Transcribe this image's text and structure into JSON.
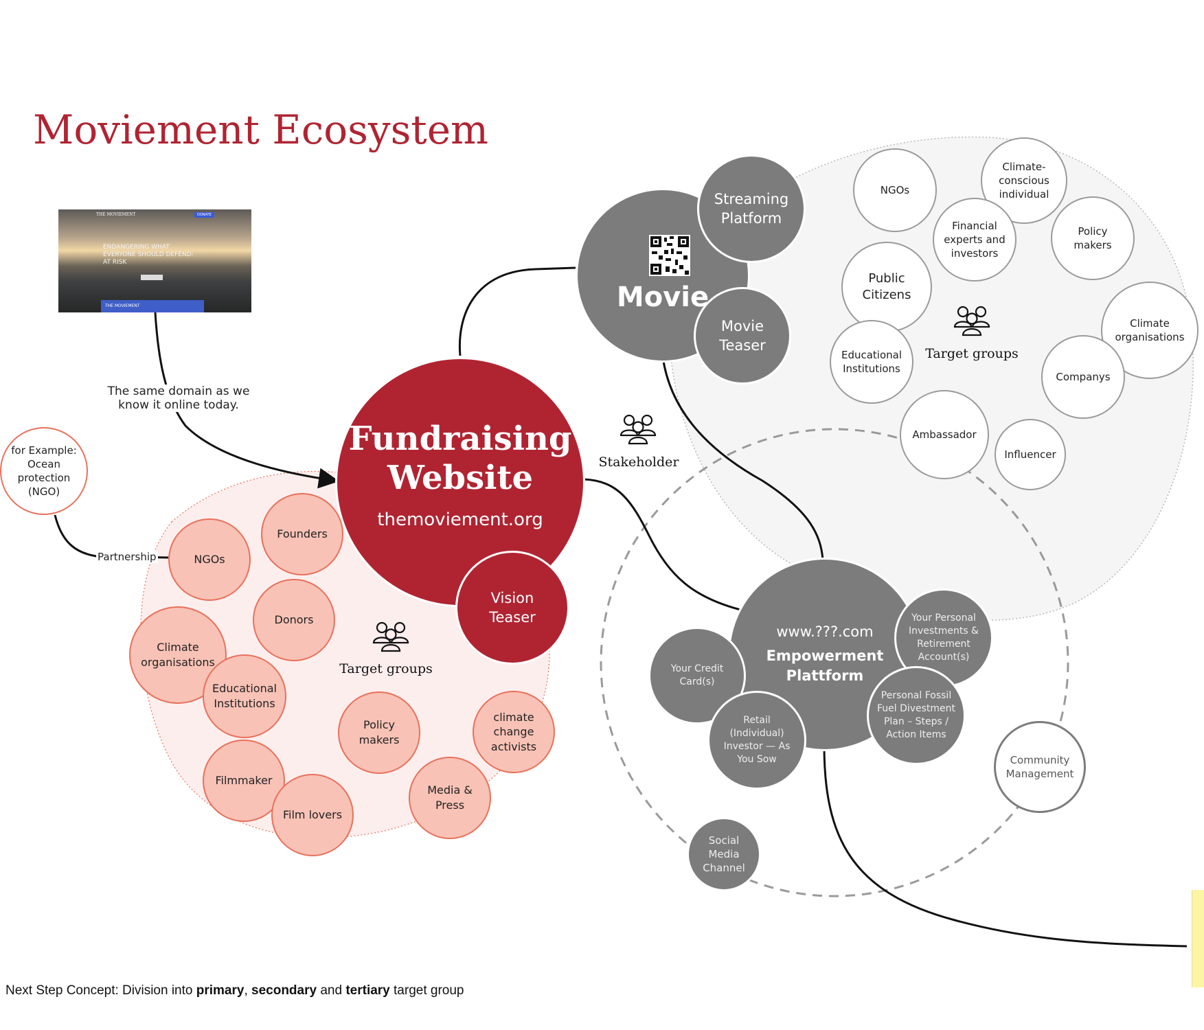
{
  "title": "Moviement Ecosystem",
  "screenshot": {
    "brand": "THE MOVIEMENT",
    "headline": "ENDANGERING WHAT EVERYONE SHOULD DEFEND: AT RISK",
    "button": "DONATE",
    "banner": "THE MOVIEMENT"
  },
  "annotation_domain": "The same domain as we\nknow it online today.",
  "ngo_example": "for Example:\nOcean\nprotection\n(NGO)",
  "partnership": "Partnership",
  "fundraising": {
    "title_line1": "Fundraising",
    "title_line2": "Website",
    "url": "themoviement.org",
    "vision_teaser": "Vision\nTeaser",
    "target_groups": "Target groups",
    "groups": {
      "ngos": "NGOs",
      "founders": "Founders",
      "donors": "Donors",
      "climate_orgs": "Climate\norganisations",
      "edu": "Educational\nInstitutions",
      "policy": "Policy\nmakers",
      "activists": "climate\nchange\nactivists",
      "filmmaker": "Filmmaker",
      "film_lovers": "Film lovers",
      "media": "Media &\nPress"
    }
  },
  "movie": {
    "title": "Movie",
    "streaming": "Streaming\nPlatform",
    "teaser": "Movie\nTeaser",
    "target_groups": "Target groups",
    "groups": {
      "ngos": "NGOs",
      "climate_individual": "Climate-\nconscious\nindividual",
      "financial": "Financial\nexperts and\ninvestors",
      "policy": "Policy\nmakers",
      "public": "Public\nCitizens",
      "climate_orgs": "Climate\norganisations",
      "edu": "Educational\nInstitutions",
      "companys": "Companys",
      "ambassador": "Ambassador",
      "influencer": "Influencer"
    }
  },
  "stakeholder": "Stakeholder",
  "empowerment": {
    "url": "www.???.com",
    "title": "Empowerment\nPlattform",
    "credit_card": "Your Credit\nCard(s)",
    "investments": "Your Personal\nInvestments &\nRetirement\nAccount(s)",
    "retail": "Retail\n(Individual)\nInvestor — As\nYou Sow",
    "divestment": "Personal Fossil\nFuel Divestment\nPlan – Steps /\nAction Items",
    "community": "Community\nManagement",
    "social": "Social\nMedia\nChannel"
  },
  "footer": {
    "prefix": "Next Step Concept: Division into ",
    "primary": "primary",
    "sep1": ", ",
    "secondary": "secondary",
    "sep2": " and ",
    "tertiary": "tertiary",
    "suffix": " target group"
  },
  "colors": {
    "red": "#b02432",
    "pink": "#f8c2b6",
    "pink_border": "#e8715b",
    "dark_grey": "#7c7c7c",
    "light_grey_bg": "#f5f5f5",
    "sticky_note": "#fdf5a6"
  }
}
